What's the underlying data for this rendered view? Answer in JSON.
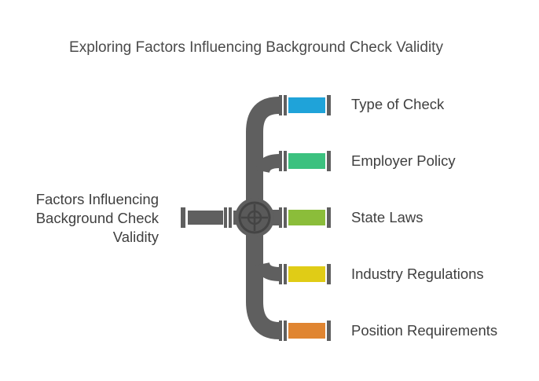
{
  "title": "Exploring Factors Influencing Background Check Validity",
  "source": {
    "lines": [
      "Factors Influencing",
      "Background Check",
      "Validity"
    ]
  },
  "factors": [
    {
      "label": "Type of Check",
      "color": "#1fa3d9"
    },
    {
      "label": "Employer Policy",
      "color": "#3cc17f"
    },
    {
      "label": "State Laws",
      "color": "#8bbd3a"
    },
    {
      "label": "Industry Regulations",
      "color": "#e0cc16"
    },
    {
      "label": "Position Requirements",
      "color": "#e08531"
    }
  ],
  "colors": {
    "pipe": "#5f5f5f",
    "pipe_dark": "#4a4a4a"
  }
}
